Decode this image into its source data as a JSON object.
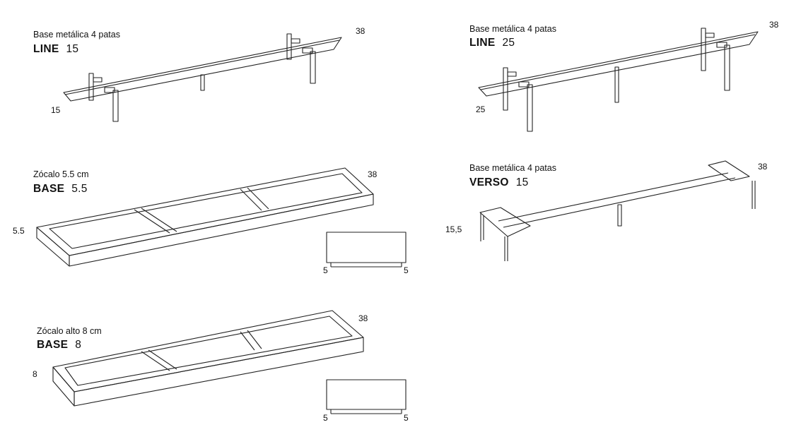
{
  "products": [
    {
      "subtitle": "Base metálica 4 patas",
      "name": "LINE",
      "size": "15",
      "dims": {
        "depth": "38",
        "height": "15"
      }
    },
    {
      "subtitle": "Base metálica 4 patas",
      "name": "LINE",
      "size": "25",
      "dims": {
        "depth": "38",
        "height": "25"
      }
    },
    {
      "subtitle": "Zócalo 5.5 cm",
      "name": "BASE",
      "size": "5.5",
      "dims": {
        "depth": "38",
        "height": "5.5",
        "setback_left": "5",
        "setback_right": "5"
      }
    },
    {
      "subtitle": "Zócalo alto 8 cm",
      "name": "BASE",
      "size": "8",
      "dims": {
        "depth": "38",
        "height": "8",
        "setback_left": "5",
        "setback_right": "5"
      }
    },
    {
      "subtitle": "Base metálica 4 patas",
      "name": "VERSO",
      "size": "15",
      "dims": {
        "depth": "38",
        "height": "15,5"
      }
    }
  ]
}
